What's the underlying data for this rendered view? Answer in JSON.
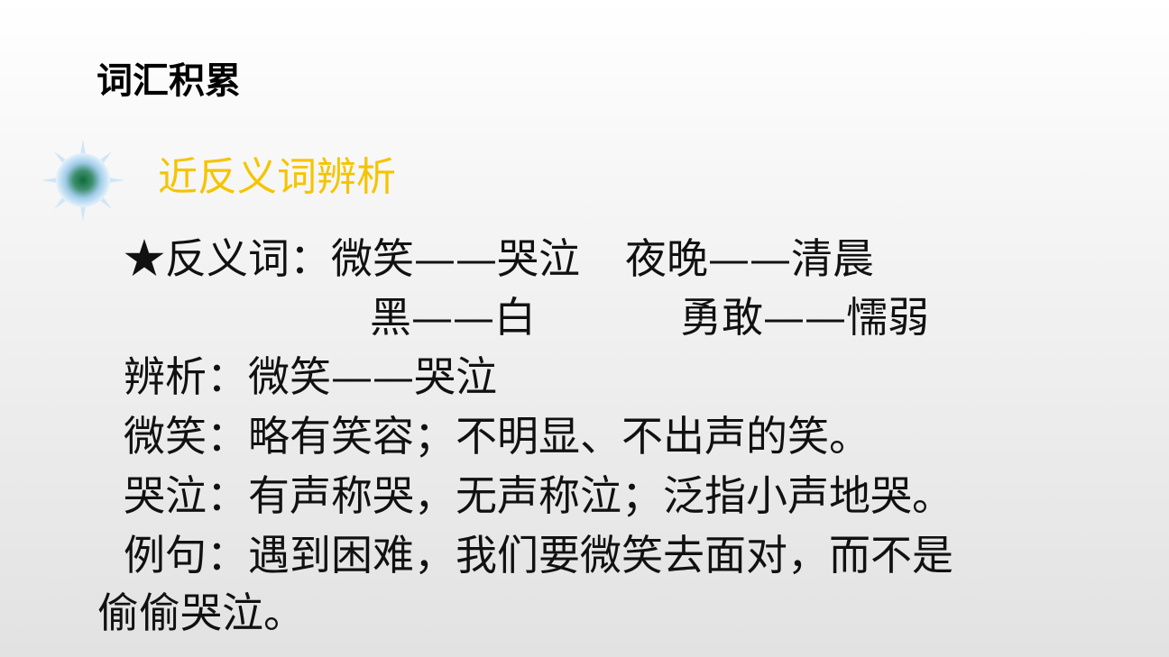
{
  "title": "词汇积累",
  "section_heading": "近反义词辨析",
  "antonyms": {
    "lead": "★反义词：",
    "pair1": "微笑——哭泣",
    "pair2": "夜晚——清晨",
    "pair3": "黑——白",
    "pair4": "勇敢——懦弱"
  },
  "analysis": {
    "heading": "辨析：微笑——哭泣",
    "smile_def": "微笑：略有笑容；不明显、不出声的笑。",
    "cry_def": "哭泣：有声称哭，无声称泣；泛指小声地哭。",
    "example_part1": "例句：遇到困难，我们要微笑去面对，而不是",
    "example_part2": "偷偷哭泣。"
  },
  "colors": {
    "heading": "#f5c400",
    "icon_core": "#0f6b3a",
    "icon_glow": "#bfe0f7"
  }
}
